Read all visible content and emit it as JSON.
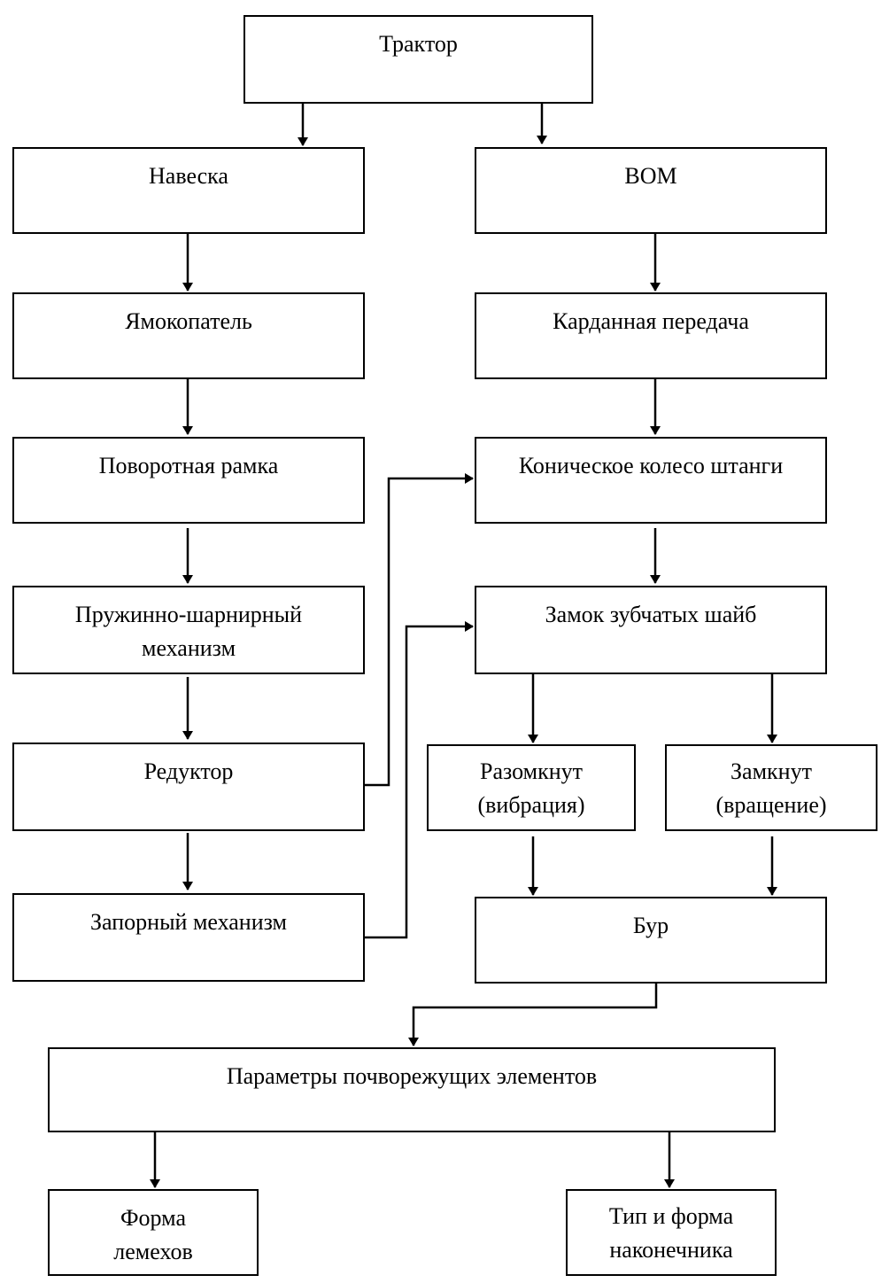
{
  "diagram": {
    "nodes": {
      "tractor": "Трактор",
      "naveska": "Навеска",
      "vom": "ВОМ",
      "yamokopatel": "Ямокопатель",
      "kardan": "Карданная передача",
      "povorotnaya": "Поворотная рамка",
      "konicheskoe": "Коническое колесо штанги",
      "pruzhinno_1": "Пружинно-шарнирный",
      "pruzhinno_2": "механизм",
      "zamok": "Замок зубчатых шайб",
      "reduktor": "Редуктор",
      "razomknut_1": "Разомкнут",
      "razomknut_2": "(вибрация)",
      "zamknut_1": "Замкнут",
      "zamknut_2": "(вращение)",
      "zapornyi": "Запорный механизм",
      "bur": "Бур",
      "parametry": "Параметры почворежущих элементов",
      "forma_1": "Форма",
      "forma_2": "лемехов",
      "tip_1": "Тип и форма",
      "tip_2": "наконечника"
    },
    "edges": [
      [
        "tractor",
        "naveska"
      ],
      [
        "tractor",
        "vom"
      ],
      [
        "naveska",
        "yamokopatel"
      ],
      [
        "yamokopatel",
        "povorotnaya"
      ],
      [
        "povorotnaya",
        "pruzhinno"
      ],
      [
        "pruzhinno",
        "reduktor"
      ],
      [
        "reduktor",
        "zapornyi"
      ],
      [
        "reduktor",
        "konicheskoe"
      ],
      [
        "zapornyi",
        "zamok"
      ],
      [
        "vom",
        "kardan"
      ],
      [
        "kardan",
        "konicheskoe"
      ],
      [
        "konicheskoe",
        "zamok"
      ],
      [
        "zamok",
        "razomknut"
      ],
      [
        "zamok",
        "zamknut"
      ],
      [
        "razomknut",
        "bur"
      ],
      [
        "zamknut",
        "bur"
      ],
      [
        "bur",
        "parametry"
      ],
      [
        "parametry",
        "forma"
      ],
      [
        "parametry",
        "tip"
      ]
    ]
  }
}
